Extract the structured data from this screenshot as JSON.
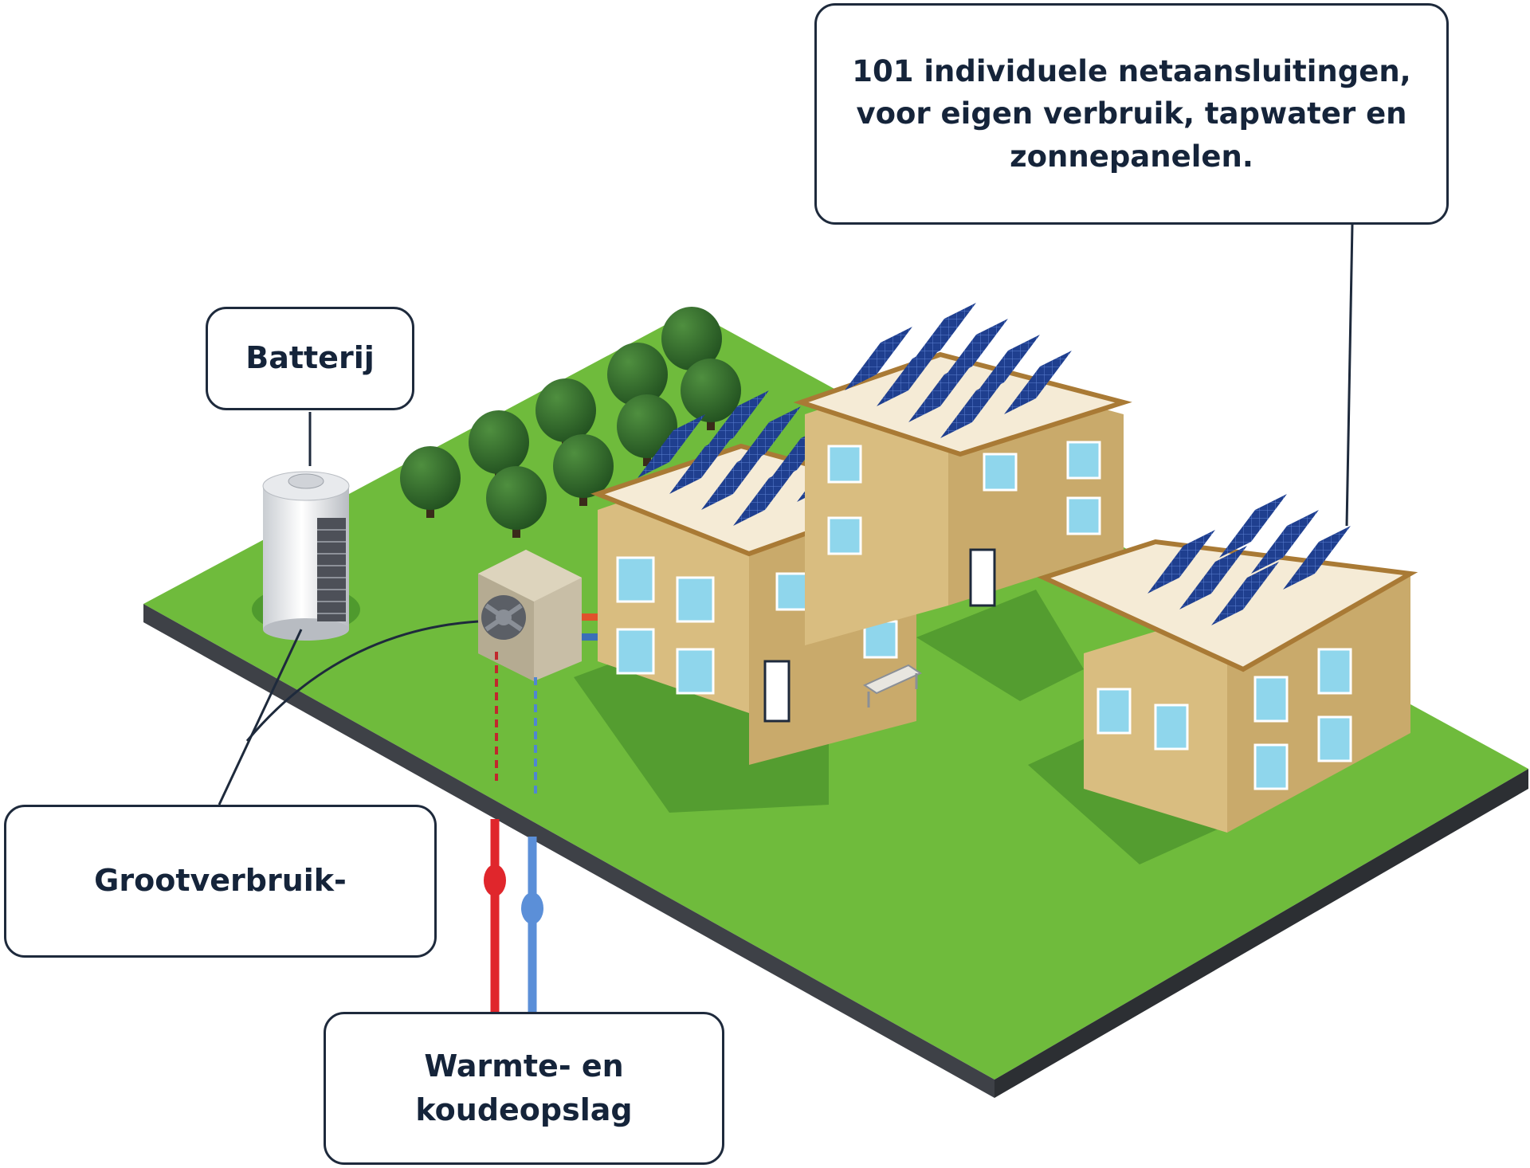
{
  "callouts": {
    "netaansluitingen": "101 individuele netaansluitingen, voor eigen verbruik, tapwater en zonnepanelen.",
    "batterij": "Batterij",
    "grootverbruik": "Grootverbruik-",
    "wko_line1": "Warmte- en",
    "wko_line2": "koudeopslag"
  },
  "colors": {
    "grass": "#6fbb3c",
    "grass_shadow": "#4f9a2e",
    "base_side": "#3b3e43",
    "facade": "#d9bd80",
    "trim": "#a97a35",
    "roof": "#f5ebd6",
    "window": "#8fd6ec",
    "solar_panel": "#1f3f8f",
    "tree": "#2f6a2c",
    "warm_pipe": "#e0262c",
    "cold_pipe": "#4f86d2",
    "text": "#15243a"
  },
  "icons": [
    "battery-icon",
    "heat-pump-icon",
    "solar-panel-icon",
    "tree-icon",
    "building-icon",
    "bench-icon"
  ]
}
